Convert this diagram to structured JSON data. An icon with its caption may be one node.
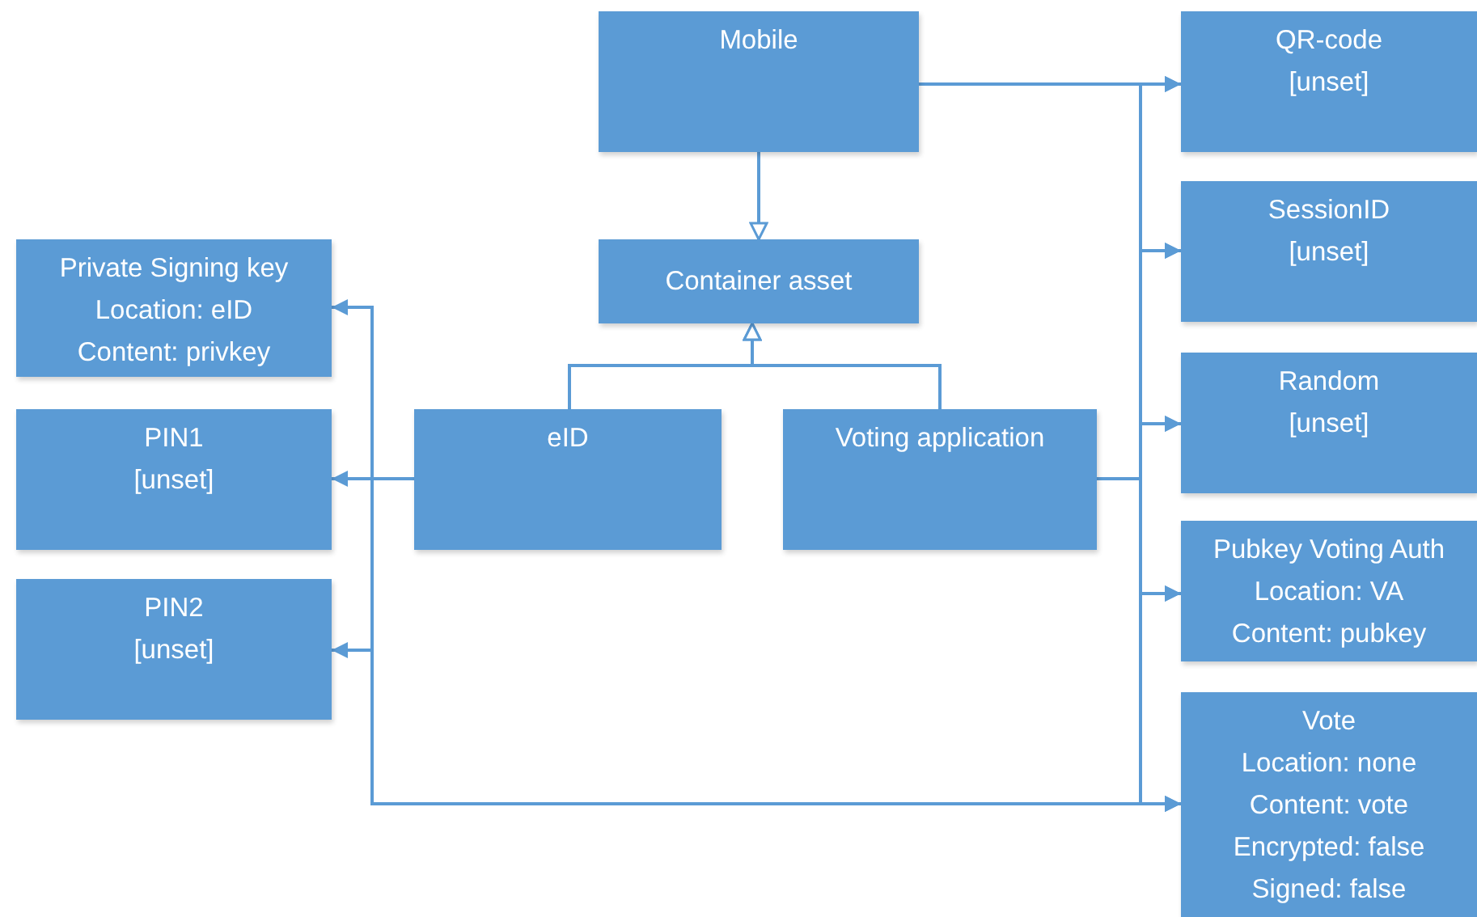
{
  "diagram": {
    "nodes": [
      {
        "text": [
          "Mobile"
        ]
      },
      {
        "text": [
          "Container asset"
        ]
      },
      {
        "text": [
          "Private Signing key",
          "Location: eID",
          "Content: privkey"
        ]
      },
      {
        "text": [
          "PIN1",
          "[unset]"
        ]
      },
      {
        "text": [
          "PIN2",
          "[unset]"
        ]
      },
      {
        "text": [
          "eID"
        ]
      },
      {
        "text": [
          "Voting application"
        ]
      },
      {
        "text": [
          "QR-code",
          "[unset]"
        ]
      },
      {
        "text": [
          "SessionID",
          "[unset]"
        ]
      },
      {
        "text": [
          "Random",
          "[unset]"
        ]
      },
      {
        "text": [
          "Pubkey Voting Auth",
          "Location: VA",
          "Content: pubkey"
        ]
      },
      {
        "text": [
          "Vote",
          "Location: none",
          "Content: vote",
          "Encrypted: false",
          "Signed: false"
        ]
      }
    ],
    "edges": [
      {
        "from": 0,
        "to": 1,
        "arrow": "to"
      },
      {
        "from": 5,
        "to": 1,
        "arrow": "to"
      },
      {
        "from": 6,
        "to": 1,
        "arrow": "to"
      },
      {
        "from": 0,
        "to": 7,
        "arrow": "to"
      },
      {
        "from": 0,
        "to": 8,
        "arrow": "to"
      },
      {
        "from": 0,
        "to": 9,
        "arrow": "to"
      },
      {
        "from": 0,
        "to": 10,
        "arrow": "to"
      },
      {
        "from": 0,
        "to": 11,
        "arrow": "to"
      },
      {
        "from": 6,
        "to": 7,
        "arrow": "to"
      },
      {
        "from": 6,
        "to": 8,
        "arrow": "to"
      },
      {
        "from": 6,
        "to": 9,
        "arrow": "to"
      },
      {
        "from": 6,
        "to": 10,
        "arrow": "to"
      },
      {
        "from": 6,
        "to": 11,
        "arrow": "to"
      },
      {
        "from": 5,
        "to": 2,
        "arrow": "to"
      },
      {
        "from": 5,
        "to": 3,
        "arrow": "to"
      },
      {
        "from": 5,
        "to": 4,
        "arrow": "to"
      },
      {
        "from": 5,
        "to": 11,
        "arrow": "to"
      }
    ]
  }
}
